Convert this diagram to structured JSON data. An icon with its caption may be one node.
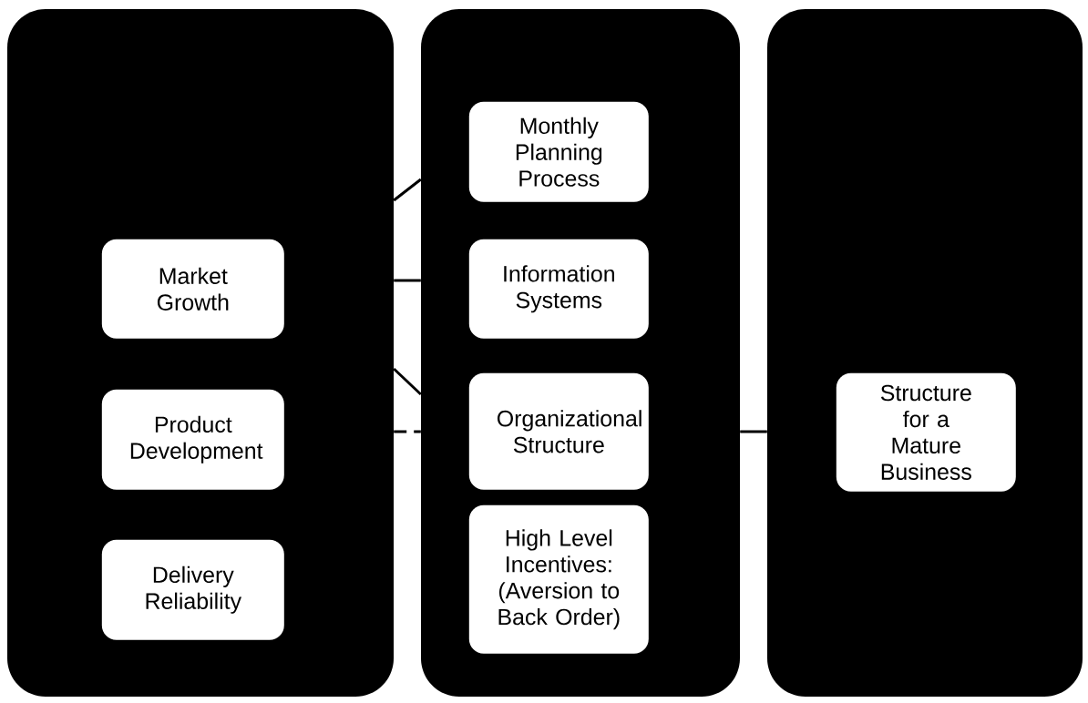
{
  "diagram": {
    "nodes": [
      {
        "text": [],
        "shape": "box"
      },
      {
        "text": [],
        "shape": "box"
      },
      {
        "text": [],
        "shape": "box"
      },
      {
        "text": [
          "Market Growth"
        ],
        "in": 0
      },
      {
        "text": [
          "Product Development"
        ],
        "in": 0
      },
      {
        "text": [
          "Delivery Reliability"
        ],
        "in": 0
      },
      {
        "text": [
          "Monthly Planning Process"
        ],
        "in": 1
      },
      {
        "text": [
          "Information Systems"
        ],
        "in": 1
      },
      {
        "text": [
          "Organizational Structure"
        ],
        "in": 1
      },
      {
        "text": [
          "High Level Incentives: (Aversion to Back Order)"
        ],
        "in": 1
      },
      {
        "text": [
          "Structure for a Mature Business"
        ],
        "in": 2
      }
    ],
    "edges": [
      {
        "from": 0,
        "to": 1,
        "arrow": "none"
      },
      {
        "from": 0,
        "to": 1,
        "arrow": "none"
      },
      {
        "from": 0,
        "to": 1,
        "arrow": "none"
      },
      {
        "from": 0,
        "to": 1,
        "arrow": "none",
        "style": "dashed"
      },
      {
        "from": 1,
        "to": 2,
        "arrow": "none"
      }
    ]
  }
}
